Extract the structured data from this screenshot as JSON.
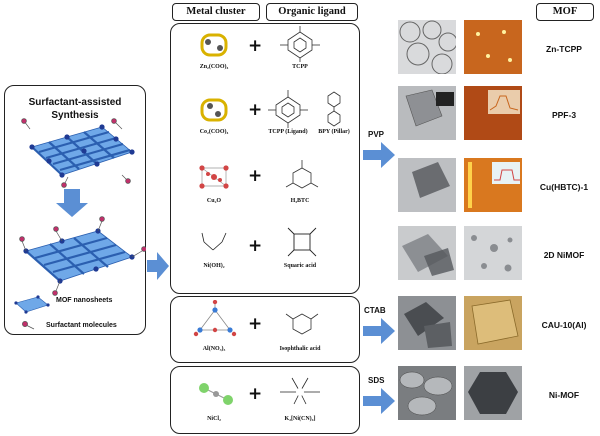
{
  "headers": {
    "metal_cluster": "Metal cluster",
    "organic_ligand": "Organic ligand",
    "mof": "MOF"
  },
  "left_panel": {
    "title": "Surfactant-assisted Synthesis",
    "legend_nanosheets": "MOF nanosheets",
    "legend_surfactant": "Surfactant molecules"
  },
  "rows": [
    {
      "metal": "Zn₂(COO)₄",
      "ligand": "TCPP",
      "ligand2": "",
      "mof": "Zn-TCPP"
    },
    {
      "metal": "Co₂(COO)₄",
      "ligand": "TCPP (Ligand)",
      "ligand2": "BPY (Pillar)",
      "mof": "PPF-3"
    },
    {
      "metal": "Cu₂O",
      "ligand": "H₃BTC",
      "ligand2": "",
      "mof": "Cu(HBTC)-1"
    },
    {
      "metal": "Ni(OH)₂",
      "ligand": "Squaric acid",
      "ligand2": "",
      "mof": "2D NiMOF"
    },
    {
      "metal": "Al(NO₃)₃",
      "ligand": "Isophthalic acid",
      "ligand2": "",
      "mof": "CAU-10(Al)"
    },
    {
      "metal": "NiCl₂",
      "ligand": "K₂[Ni(CN)₄]",
      "ligand2": "",
      "mof": "Ni-MOF"
    }
  ],
  "surfactants": {
    "pvp": "PVP",
    "ctab": "CTAB",
    "sds": "SDS"
  },
  "colors": {
    "arrow": "#5b8fd4",
    "lattice": "#3a7bd5",
    "node": "#1f3a93",
    "surfactant": "#c0306a",
    "afm": "#c8661e"
  }
}
